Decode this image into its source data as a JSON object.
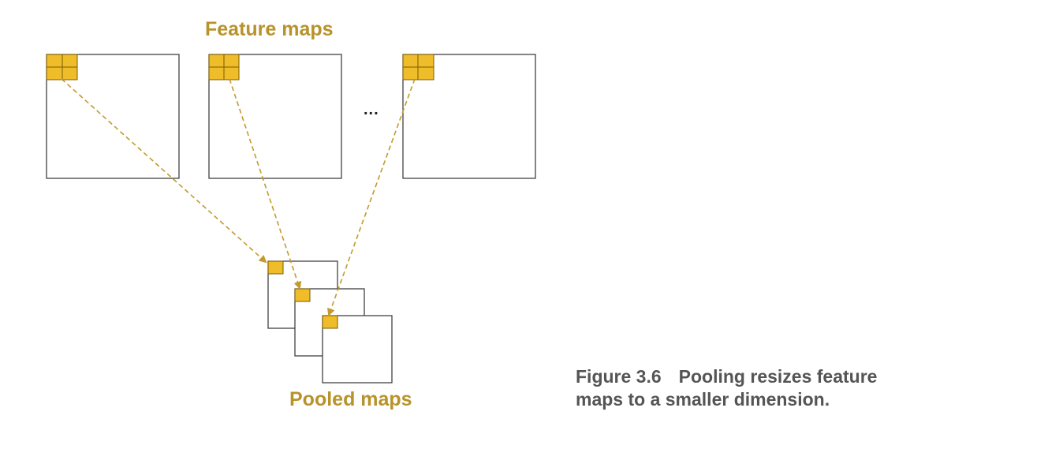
{
  "labels": {
    "feature_maps": "Feature maps",
    "pooled_maps": "Pooled maps",
    "ellipsis": "..."
  },
  "caption": {
    "number": "Figure 3.6",
    "text": "Pooling resizes feature maps to a smaller dimension."
  },
  "colors": {
    "accent_text": "#b8922a",
    "cell_fill": "#f0bd2a",
    "cell_stroke": "#7a5a00",
    "arrow": "#c39a2c",
    "frame": "#333333",
    "caption": "#555555"
  }
}
